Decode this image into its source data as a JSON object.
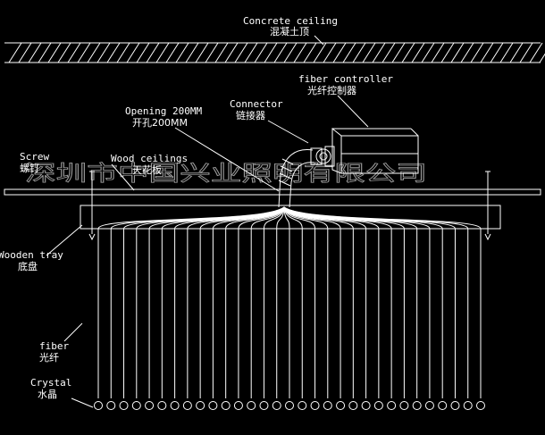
{
  "labels": {
    "concrete_en": "Concrete ceiling",
    "concrete_cn": "混凝土顶",
    "controller_en": "fiber controller",
    "controller_cn": "光纤控制器",
    "connector_en": "Connector",
    "connector_cn": "链接器",
    "opening_en": "Opening 200MM",
    "opening_cn": "开孔200MM",
    "screw_en": "Screw",
    "screw_cn": "螺钉",
    "wood_en": "Wood ceilings",
    "wood_cn": "天花板",
    "tray_en": "Wooden tray",
    "tray_cn": "底盘",
    "fiber_en": "fiber",
    "fiber_cn": "光纤",
    "crystal_en": "Crystal",
    "crystal_cn": "水晶"
  },
  "watermark": "深圳市中国兴业照明有限公司",
  "fiber_strand_count": 31,
  "colors": {
    "background": "#000000",
    "lines": "#ffffff",
    "watermark": "#9a9a9a"
  }
}
